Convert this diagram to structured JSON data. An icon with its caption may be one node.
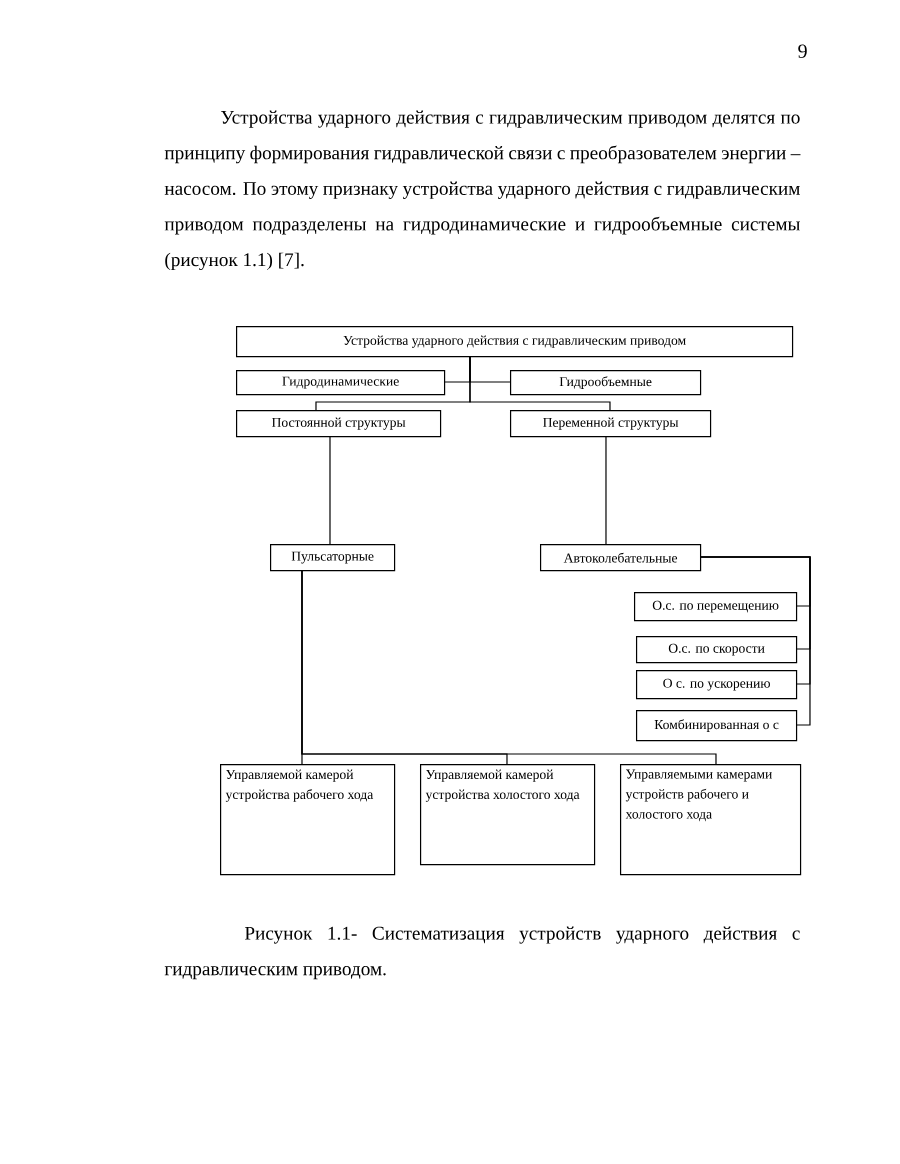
{
  "diagram": {
    "caption": "Рисунок 1.1- Систематизация устройств ударного действия с гидравлическим приводом.",
    "nodes": [
      {
        "text": [
          "Устройства ударного действия с гидравлическим приводом"
        ]
      },
      {
        "text": [
          "Гидродинамические"
        ]
      },
      {
        "text": [
          "Гидрообъемные"
        ]
      },
      {
        "text": [
          "Постоянной структуры"
        ]
      },
      {
        "text": [
          "Переменной структуры"
        ]
      },
      {
        "text": [
          "Пульсаторные"
        ]
      },
      {
        "text": [
          "Автоколебательные"
        ]
      },
      {
        "text": [
          "О.с. по перемещению"
        ]
      },
      {
        "text": [
          "О.с. по скорости"
        ]
      },
      {
        "text": [
          "О с. по ускорению"
        ]
      },
      {
        "text": [
          "Комбинированная о с"
        ]
      },
      {
        "text": [
          "Управляемой камерой устройства рабочего хода"
        ]
      },
      {
        "text": [
          "Управляемой камерой устройства холостого хода"
        ]
      },
      {
        "text": [
          "Управляемыми камерами устройств рабочего и холостого хода"
        ]
      }
    ],
    "edges": [
      {
        "from": 0,
        "to": 1,
        "arrow": "none"
      },
      {
        "from": 0,
        "to": 2,
        "arrow": "none"
      },
      {
        "from": 0,
        "to": 3,
        "arrow": "none"
      },
      {
        "from": 0,
        "to": 4,
        "arrow": "none"
      },
      {
        "from": 3,
        "to": 5,
        "arrow": "none"
      },
      {
        "from": 4,
        "to": 6,
        "arrow": "none"
      },
      {
        "from": 6,
        "to": 7,
        "arrow": "none"
      },
      {
        "from": 6,
        "to": 8,
        "arrow": "none"
      },
      {
        "from": 6,
        "to": 9,
        "arrow": "none"
      },
      {
        "from": 6,
        "to": 10,
        "arrow": "none"
      },
      {
        "from": 5,
        "to": 11,
        "arrow": "none"
      },
      {
        "from": 5,
        "to": 12,
        "arrow": "none"
      },
      {
        "from": 5,
        "to": 13,
        "arrow": "none"
      }
    ],
    "labels": [
      "9",
      "Устройства ударного действия с гидравлическим приводом делятся по принципу формирования гидравлической связи с преобразователем энергии – насосом. По этому признаку устройства ударного действия с гидравлическим приводом подразделены на гидродинамические и гидрообъемные системы (рисунок 1.1) [7]."
    ]
  }
}
